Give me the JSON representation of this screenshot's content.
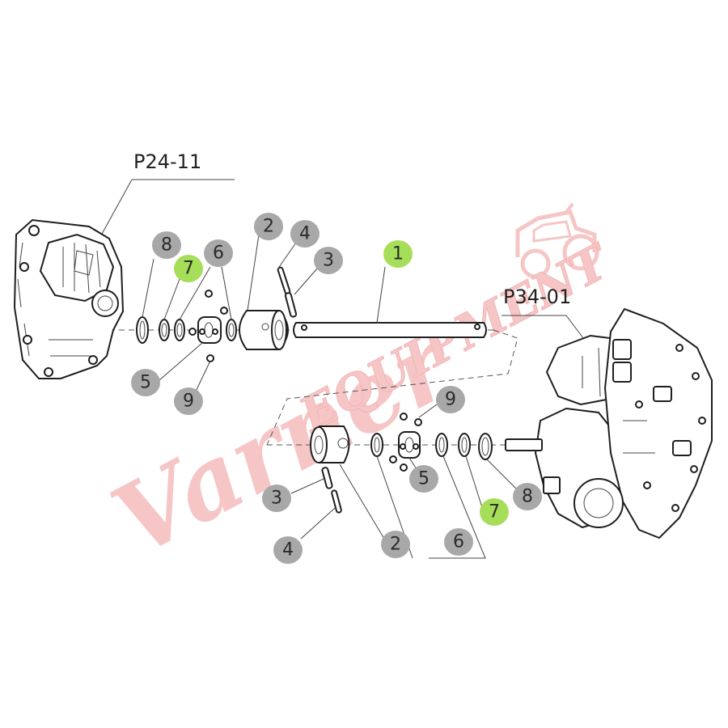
{
  "diagram": {
    "reference_labels": [
      {
        "id": "ref-p24-11",
        "text": "P24-11"
      },
      {
        "id": "ref-p34-01",
        "text": "P34-01"
      }
    ],
    "callouts": [
      {
        "num": "8",
        "highlight": false
      },
      {
        "num": "7",
        "highlight": true
      },
      {
        "num": "6",
        "highlight": false
      },
      {
        "num": "2",
        "highlight": false
      },
      {
        "num": "4",
        "highlight": false
      },
      {
        "num": "3",
        "highlight": false
      },
      {
        "num": "1",
        "highlight": true
      },
      {
        "num": "5",
        "highlight": false
      },
      {
        "num": "9",
        "highlight": false
      },
      {
        "num": "9",
        "highlight": false
      },
      {
        "num": "5",
        "highlight": false
      },
      {
        "num": "3",
        "highlight": false
      },
      {
        "num": "8",
        "highlight": false
      },
      {
        "num": "7",
        "highlight": true
      },
      {
        "num": "4",
        "highlight": false
      },
      {
        "num": "2",
        "highlight": false
      },
      {
        "num": "6",
        "highlight": false
      }
    ],
    "watermark": {
      "script": "Varner",
      "word": "EQUIPMENT"
    },
    "colors": {
      "callout_fill": "#a8a8a8",
      "callout_highlight": "#a6de5a",
      "line": "#1e1e1e",
      "watermark": "#f3b3b3"
    }
  }
}
